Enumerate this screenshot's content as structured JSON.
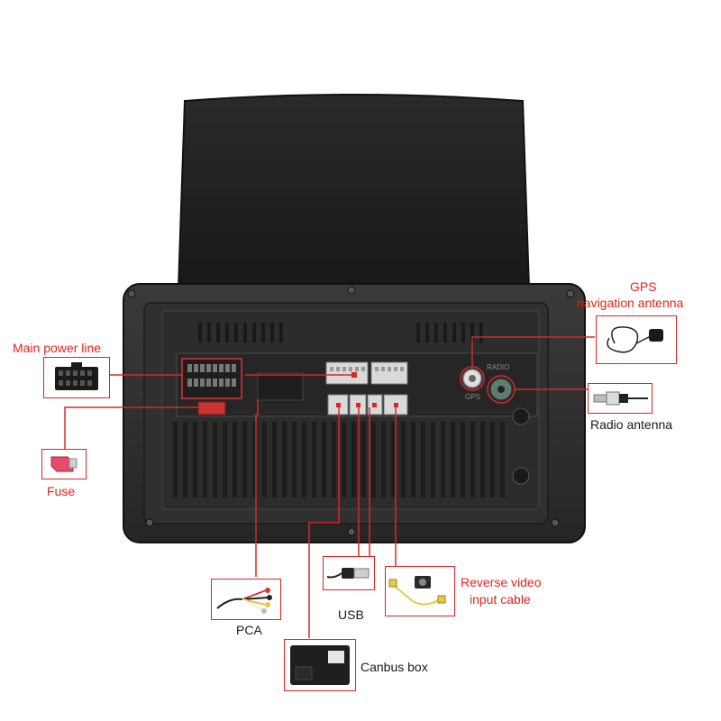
{
  "labels": {
    "main_power_line": "Main power line",
    "fuse": "Fuse",
    "gps_line1": "GPS",
    "gps_line2": "navigation antenna",
    "radio_antenna": "Radio antenna",
    "reverse_line1": "Reverse video",
    "reverse_line2": "input cable",
    "usb": "USB",
    "pca": "PCA",
    "canbus_box": "Canbus box"
  },
  "panel_marks": {
    "radio": "RADIO",
    "gps": "GPS"
  },
  "colors": {
    "accent_red": "#d6282a",
    "label_red": "#e0251b",
    "unit_body": "#2b2b2b",
    "screen": "#1c1c1e"
  }
}
